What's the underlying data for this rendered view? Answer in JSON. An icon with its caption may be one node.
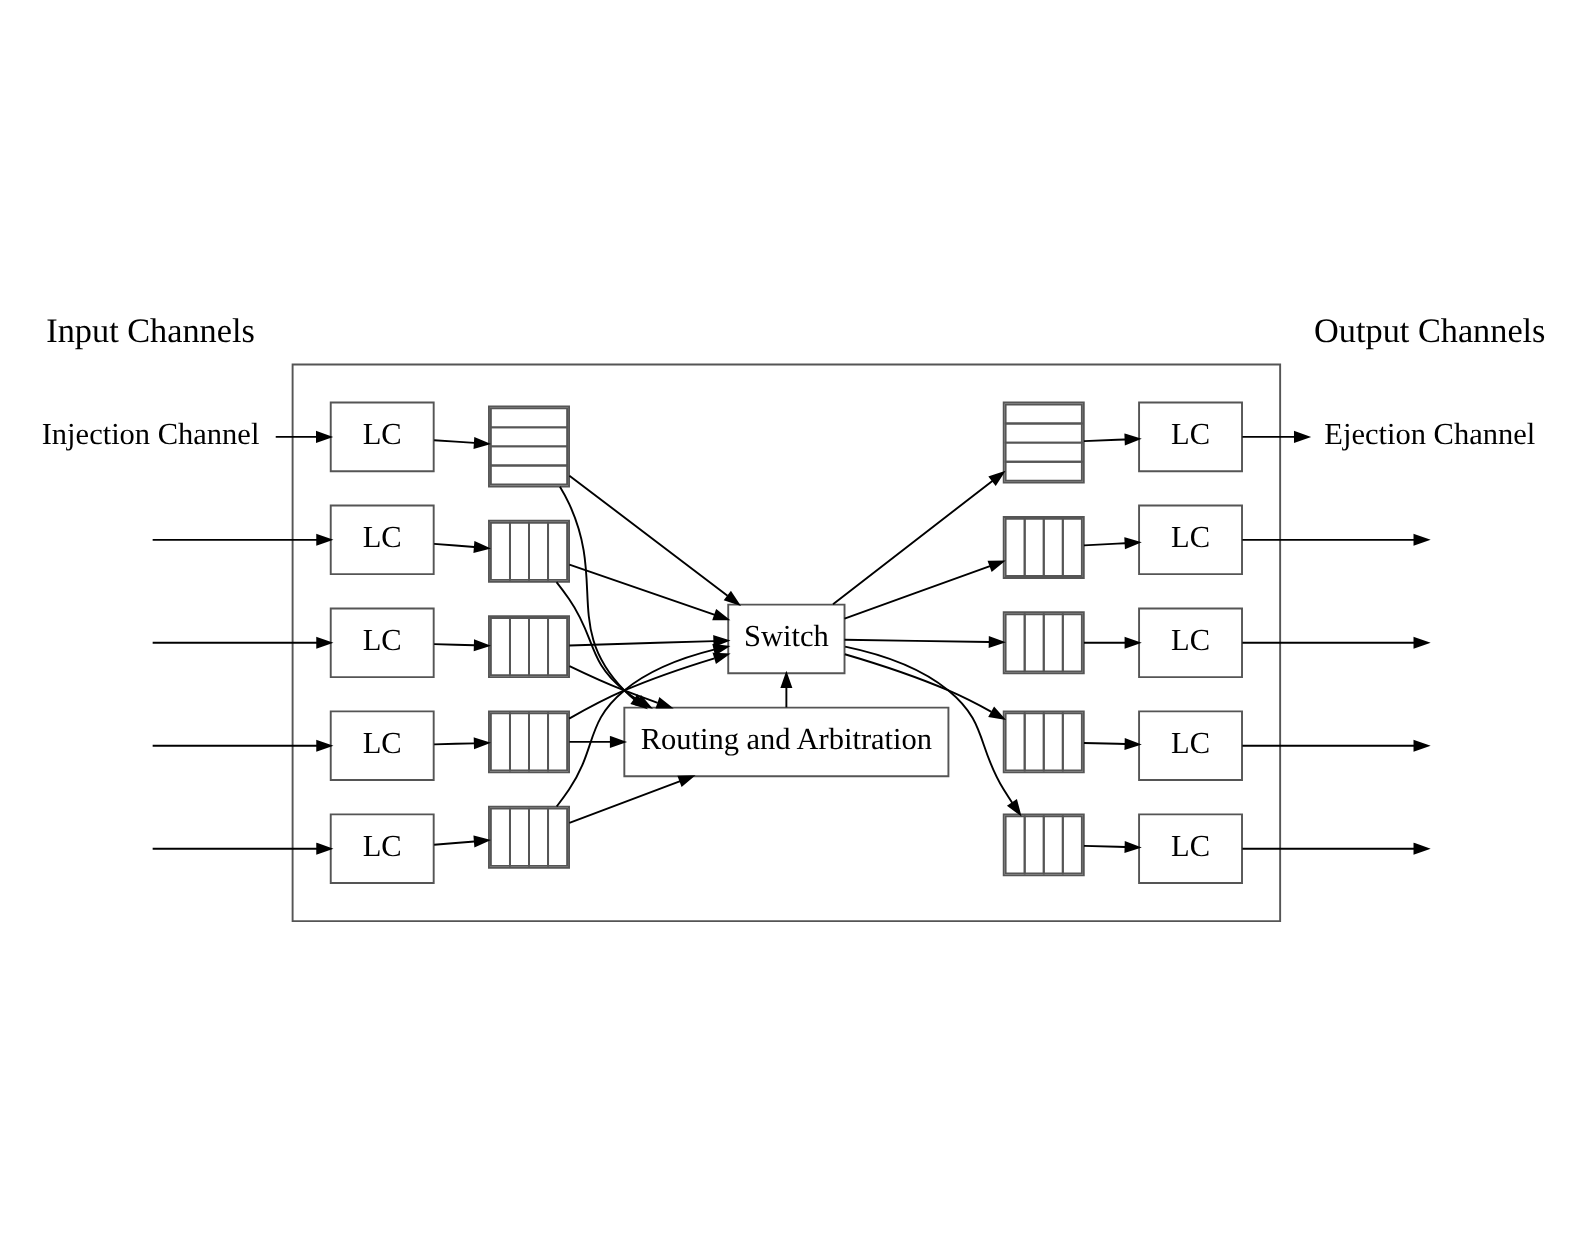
{
  "diagram": {
    "nodes": [
      {
        "text": [],
        "shape": "box"
      },
      {
        "text": [
          "Injection Channel"
        ]
      },
      {
        "text": [
          "Ejection Channel"
        ]
      },
      {
        "text": [
          "LC"
        ],
        "in": 0
      },
      {
        "text": [
          "LC"
        ],
        "in": 0
      },
      {
        "text": [],
        "shape": "box",
        "in": 0
      },
      {
        "text": [],
        "shape": "box",
        "in": 0
      },
      {
        "text": [
          "LC"
        ],
        "in": 0
      },
      {
        "text": [
          "LC"
        ],
        "in": 0
      },
      {
        "text": [
          "LC"
        ],
        "in": 0
      },
      {
        "text": [
          "LC"
        ],
        "in": 0
      },
      {
        "text": [],
        "shape": "box",
        "in": 0
      },
      {
        "text": [],
        "shape": "box",
        "in": 0
      },
      {
        "text": [],
        "shape": "box",
        "in": 0
      },
      {
        "text": [],
        "shape": "box",
        "in": 0
      },
      {
        "text": [
          "Switch"
        ],
        "in": 0
      },
      {
        "text": [],
        "shape": "box",
        "in": 0
      },
      {
        "text": [],
        "shape": "box",
        "in": 0
      },
      {
        "text": [],
        "shape": "box",
        "in": 0
      },
      {
        "text": [],
        "shape": "box",
        "in": 0
      },
      {
        "text": [
          "LC"
        ],
        "in": 0
      },
      {
        "text": [
          "LC"
        ],
        "in": 0
      },
      {
        "text": [
          "LC"
        ],
        "in": 0
      },
      {
        "text": [
          "LC"
        ],
        "in": 0
      },
      {
        "text": [
          "Routing and Arbitration"
        ],
        "in": 0
      }
    ],
    "edges": [
      {
        "from": 1,
        "to": 3,
        "arrow": "to"
      },
      {
        "from": 3,
        "to": 5,
        "arrow": "to"
      },
      {
        "from": 5,
        "to": 15,
        "arrow": "to"
      },
      {
        "from": 5,
        "to": 24,
        "arrow": "to"
      },
      {
        "from": 15,
        "to": 6,
        "arrow": "to"
      },
      {
        "from": 6,
        "to": 4,
        "arrow": "to"
      },
      {
        "from": 4,
        "to": 2,
        "arrow": "to"
      },
      {
        "from": null,
        "to": 7,
        "arrow": "to"
      },
      {
        "from": null,
        "to": 8,
        "arrow": "to"
      },
      {
        "from": null,
        "to": 9,
        "arrow": "to"
      },
      {
        "from": null,
        "to": 10,
        "arrow": "to"
      },
      {
        "from": 7,
        "to": 11,
        "arrow": "to"
      },
      {
        "from": 8,
        "to": 12,
        "arrow": "to"
      },
      {
        "from": 9,
        "to": 13,
        "arrow": "to"
      },
      {
        "from": 10,
        "to": 14,
        "arrow": "to"
      },
      {
        "from": 11,
        "to": 15,
        "arrow": "to"
      },
      {
        "from": 12,
        "to": 15,
        "arrow": "to"
      },
      {
        "from": 13,
        "to": 15,
        "arrow": "to"
      },
      {
        "from": 14,
        "to": 15,
        "arrow": "to"
      },
      {
        "from": 11,
        "to": 24,
        "arrow": "to"
      },
      {
        "from": 12,
        "to": 24,
        "arrow": "to"
      },
      {
        "from": 13,
        "to": 24,
        "arrow": "to"
      },
      {
        "from": 14,
        "to": 24,
        "arrow": "to"
      },
      {
        "from": 24,
        "to": 15,
        "arrow": "to"
      },
      {
        "from": 15,
        "to": 16,
        "arrow": "to"
      },
      {
        "from": 15,
        "to": 17,
        "arrow": "to"
      },
      {
        "from": 15,
        "to": 18,
        "arrow": "to"
      },
      {
        "from": 15,
        "to": 19,
        "arrow": "to"
      },
      {
        "from": 16,
        "to": 20,
        "arrow": "to"
      },
      {
        "from": 17,
        "to": 21,
        "arrow": "to"
      },
      {
        "from": 18,
        "to": 22,
        "arrow": "to"
      },
      {
        "from": 19,
        "to": 23,
        "arrow": "to"
      },
      {
        "from": 20,
        "to": null,
        "arrow": "to"
      },
      {
        "from": 21,
        "to": null,
        "arrow": "to"
      },
      {
        "from": 22,
        "to": null,
        "arrow": "to"
      },
      {
        "from": 23,
        "to": null,
        "arrow": "to"
      }
    ],
    "labels": [
      "Input Channels",
      "Output Channels"
    ]
  }
}
